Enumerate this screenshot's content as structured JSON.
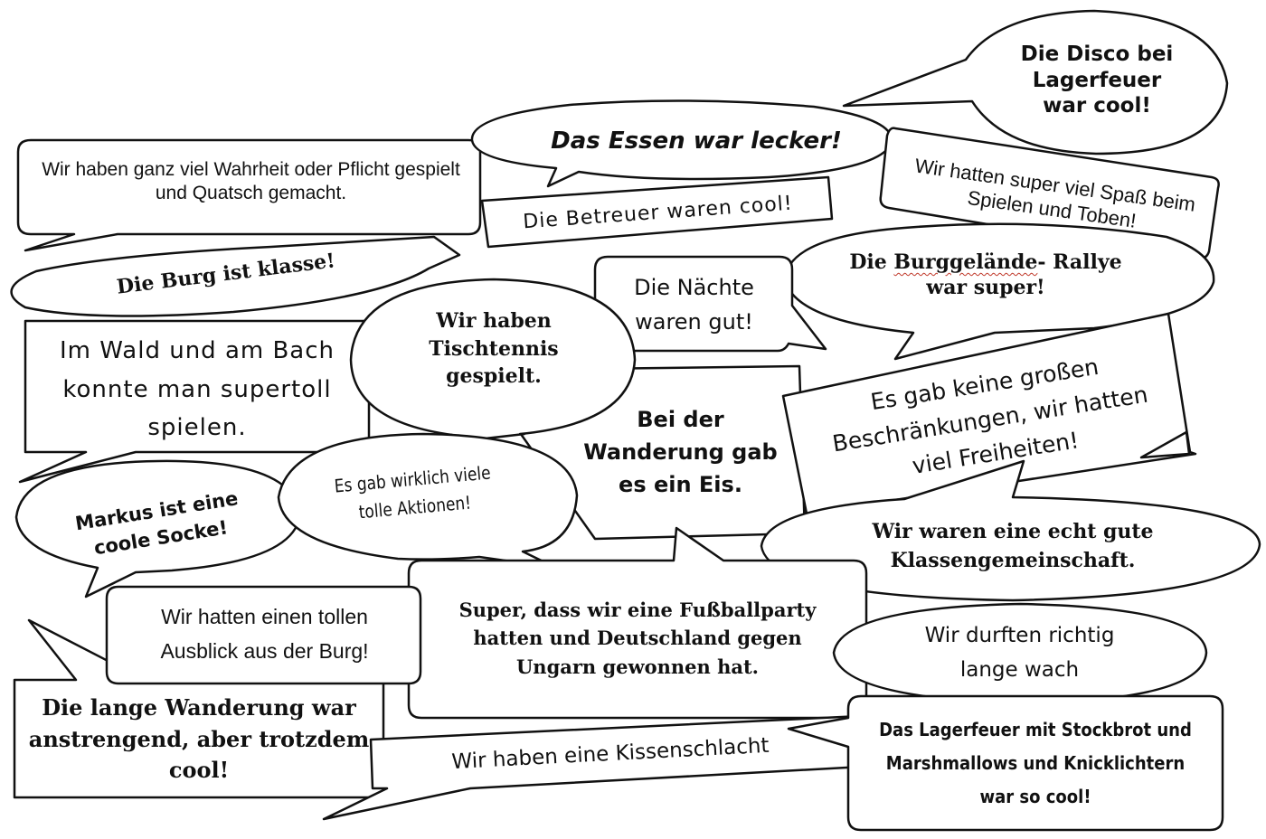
{
  "bubbles": [
    {
      "text": "Die Disco bei Lagerfeuer war cool!"
    },
    {
      "text": "Das Essen war lecker!"
    },
    {
      "text": "Wir haben ganz viel Wahrheit oder Pflicht gespielt und Quatsch gemacht."
    },
    {
      "text": "Wir hatten super viel Spaß beim Spielen und Toben!"
    },
    {
      "text": "Die Betreuer waren cool!"
    },
    {
      "text": "Die Burg ist klasse!"
    },
    {
      "text_part1": "Die ",
      "text_part2": "Burggelände",
      "text_part3": "- Rallye war super!"
    },
    {
      "text": "Die Nächte waren gut!"
    },
    {
      "text": "Wir haben Tischtennis gespielt."
    },
    {
      "text": "Im Wald und am Bach konnte man supertoll spielen."
    },
    {
      "text": "Es gab keine großen Beschränkungen, wir hatten viel Freiheiten!"
    },
    {
      "text": "Bei der Wanderung gab es ein Eis."
    },
    {
      "text": "Es gab wirklich viele tolle Aktionen!"
    },
    {
      "text": "Markus ist eine coole Socke!"
    },
    {
      "text": "Wir waren eine echt gute Klassengemeinschaft."
    },
    {
      "text": "Super, dass wir eine Fußballparty hatten und Deutschland gegen Ungarn gewonnen hat."
    },
    {
      "text": "Wir hatten einen tollen Ausblick aus der Burg!"
    },
    {
      "text": "Wir durften richtig lange wach"
    },
    {
      "text": "Die lange Wanderung war anstrengend, aber trotzdem cool!"
    },
    {
      "text": "Wir haben eine Kissenschlacht"
    },
    {
      "text": "Das Lagerfeuer mit Stockbrot und Marshmallows und Knicklichtern war so cool!"
    }
  ],
  "colors": {
    "stroke": "#111111",
    "fill": "#ffffff",
    "text": "#111111",
    "spellcheck": "#c0392b"
  }
}
